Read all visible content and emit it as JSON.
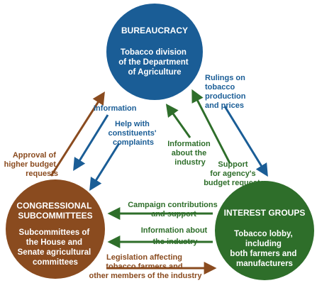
{
  "nodes": {
    "bureaucracy": {
      "title": "BUREAUCRACY",
      "body": [
        "Tobacco division",
        "of the Department",
        "of Agriculture"
      ],
      "color": "#1a5d96"
    },
    "congress": {
      "title": [
        "CONGRESSIONAL",
        "SUBCOMMITTEES"
      ],
      "body": [
        "Subcommittees of",
        "the House and",
        "Senate agricultural",
        "committees"
      ],
      "color": "#8a4b1f"
    },
    "interest": {
      "title": "INTEREST GROUPS",
      "body": [
        "Tobacco lobby,",
        "including",
        "both farmers and",
        "manufacturers"
      ],
      "color": "#2e6e2a"
    }
  },
  "labels": {
    "information": "Information",
    "help_complaints": [
      "Help with",
      "constituents'",
      "complaints"
    ],
    "approval_budget": [
      "Approval of",
      "higher budget",
      "requests"
    ],
    "rulings": [
      "Rulings on",
      "tobacco",
      "production",
      "and prices"
    ],
    "info_industry_up": [
      "Information",
      "about the",
      "industry"
    ],
    "support_budget": [
      "Support",
      "for agency's",
      "budget requests"
    ],
    "campaign": [
      "Campaign contributions",
      "and support"
    ],
    "info_industry_left": [
      "Information about",
      "the industry"
    ],
    "legislation": [
      "Legislation affecting",
      "tobacco farmers and",
      "other members of the industry"
    ]
  },
  "colors": {
    "brown": "#8a4b1f",
    "blue": "#1a5d96",
    "green": "#2e6e2a"
  }
}
